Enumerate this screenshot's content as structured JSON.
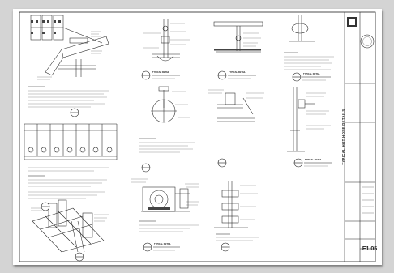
{
  "sheet": {
    "number": "E1.05",
    "title": "TYPICAL HOT HOSE DETAILS",
    "callout_caption": "TYPICAL DETAIL"
  },
  "colors": {
    "background": "#d4d4d4",
    "paper": "#ffffff",
    "linework": "#222222"
  }
}
